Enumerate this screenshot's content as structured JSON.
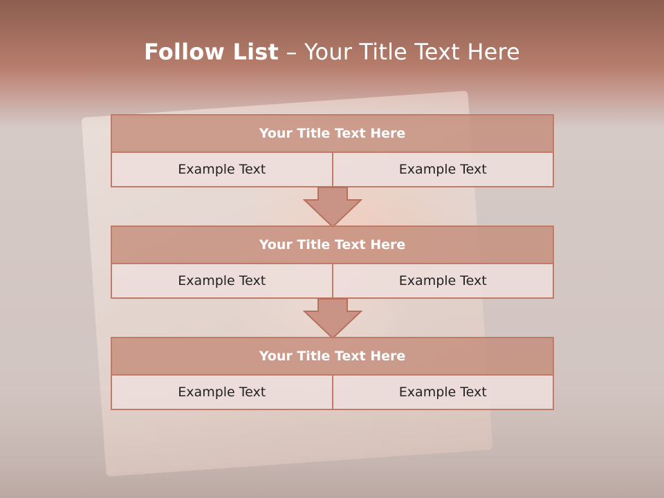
{
  "slide": {
    "title_bold": "Follow List",
    "title_rest": " – Your Title Text Here"
  },
  "steps": [
    {
      "title": "Your Title Text Here",
      "left": "Example Text",
      "right": "Example Text"
    },
    {
      "title": "Your Title Text Here",
      "left": "Example Text",
      "right": "Example Text"
    },
    {
      "title": "Your Title Text Here",
      "left": "Example Text",
      "right": "Example Text"
    }
  ],
  "colors": {
    "header_band": "#b57c6b",
    "box_border": "#c07a6a",
    "box_header_fill": "#c48a78",
    "cell_fill": "#eedede",
    "arrow_fill": "#c99385"
  }
}
